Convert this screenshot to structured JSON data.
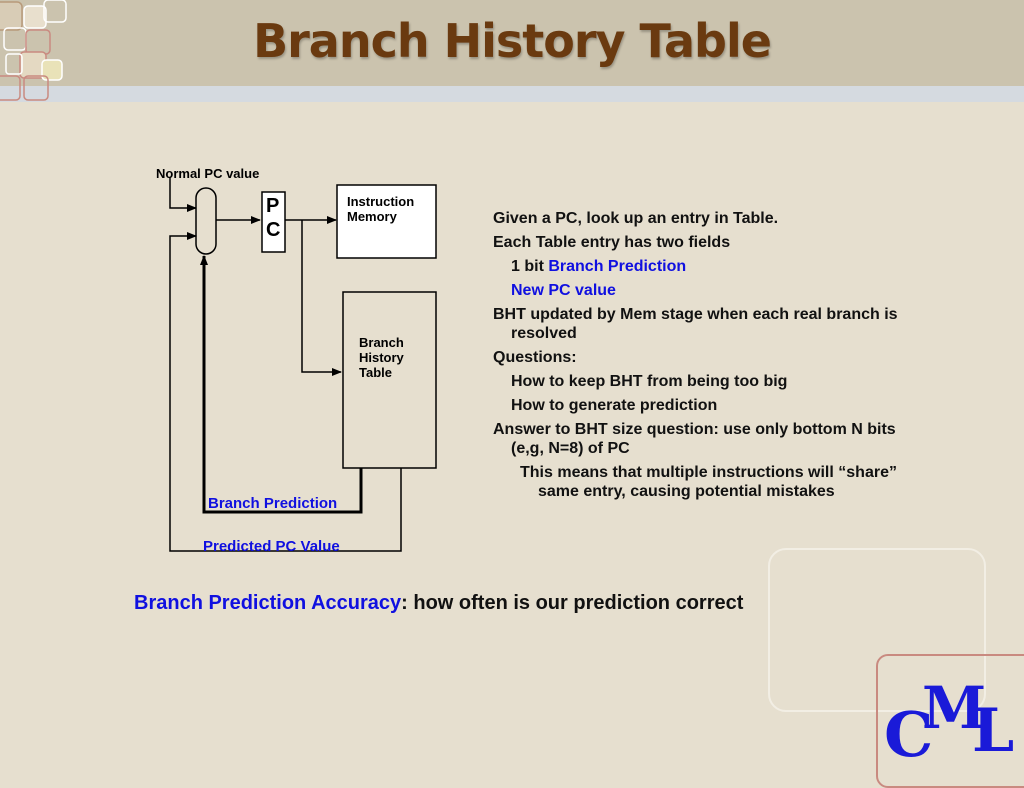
{
  "slide": {
    "title": "Branch History Table",
    "colors": {
      "title": "#6a3a10",
      "accent_blue": "#1010e0",
      "background": "#e6dfcf",
      "logo": "#1a1ad8"
    }
  },
  "diagram": {
    "normal_pc_label": "Normal PC value",
    "pc_label_line1": "P",
    "pc_label_line2": "C",
    "imem_label_line1": "Instruction",
    "imem_label_line2": "Memory",
    "bht_label_line1": "Branch",
    "bht_label_line2": "History",
    "bht_label_line3": "Table",
    "branch_prediction_label": "Branch Prediction",
    "predicted_pc_label": "Predicted PC Value"
  },
  "bullets": {
    "b1": "Given a PC, look up an entry in Table.",
    "b2": "Each Table entry has two fields",
    "b3_prefix": "1 bit ",
    "b3_blue": "Branch Prediction",
    "b4_blue": "New PC value",
    "b5": "BHT updated by Mem stage when each real branch is resolved",
    "b6": "Questions:",
    "b7": "How to keep BHT from being too big",
    "b8": "How to generate prediction",
    "b9": "Answer to BHT size question: use only bottom N bits (e,g, N=8) of PC",
    "b10": "This means that multiple instructions will “share” same entry, causing potential mistakes"
  },
  "accuracy": {
    "term": "Branch Prediction Accuracy",
    "definition": ": how often is our prediction correct"
  },
  "logo": {
    "c": "C",
    "m": "M",
    "l": "L"
  }
}
